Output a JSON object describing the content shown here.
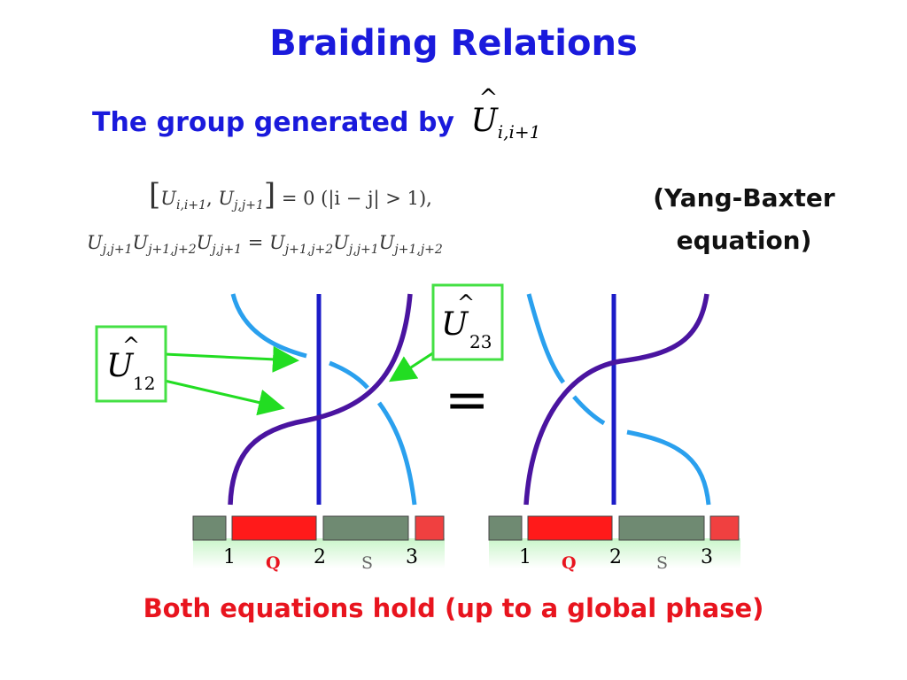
{
  "title": "Braiding Relations",
  "subtitle": {
    "text": "The group generated by",
    "operator": "U",
    "subscript": "i,i+1"
  },
  "equations": {
    "commutation": {
      "lhs_a": "U",
      "lhs_a_sub": "i,i+1",
      "lhs_b": "U",
      "lhs_b_sub": "j,j+1",
      "rhs": "= 0  (|i − j| > 1),"
    },
    "yang_baxter": {
      "terms_left": [
        {
          "op": "U",
          "sub": "j,j+1"
        },
        {
          "op": "U",
          "sub": "j+1,j+2"
        },
        {
          "op": "U",
          "sub": "j,j+1"
        }
      ],
      "equals": "=",
      "terms_right": [
        {
          "op": "U",
          "sub": "j+1,j+2"
        },
        {
          "op": "U",
          "sub": "j,j+1"
        },
        {
          "op": "U",
          "sub": "j+1,j+2"
        }
      ]
    },
    "label_line1": "(Yang-Baxter",
    "label_line2": "equation)"
  },
  "boxes": {
    "u12": {
      "op": "U",
      "sub": "12"
    },
    "u23": {
      "op": "U",
      "sub": "23"
    }
  },
  "equals_sign": "=",
  "chain_labels": {
    "sites": [
      "1",
      "2",
      "3"
    ],
    "q": "Q",
    "s": "S"
  },
  "colors": {
    "title": "#1a1adc",
    "footer": "#e8141e",
    "box_border": "#44e044",
    "arrow": "#22dd22",
    "purple_strand": "#4a14a0",
    "light_blue_strand": "#2aa0ee",
    "dark_blue_strand": "#1c1cc8",
    "red_block": "#ff1a1a",
    "gray_block": "#6f8a72"
  },
  "footer": "Both equations hold (up to a global phase)"
}
